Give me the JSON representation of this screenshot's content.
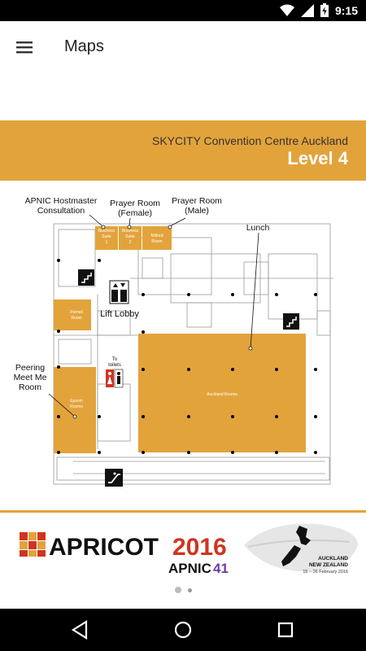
{
  "status_bar": {
    "time": "9:15"
  },
  "app_bar": {
    "title": "Maps"
  },
  "banner": {
    "venue": "SKYCITY Convention Centre Auckland",
    "level": "Level 4"
  },
  "map": {
    "callouts": {
      "hostmaster": [
        "APNIC Hostmaster",
        "Consultation"
      ],
      "prayer_female": [
        "Prayer Room",
        "(Female)"
      ],
      "prayer_male": [
        "Prayer Room",
        "(Male)"
      ],
      "lunch": "Lunch",
      "lift_lobby": "Lift Lobby",
      "peering": [
        "Peering",
        "Meet Me",
        "Room"
      ]
    },
    "rooms": {
      "business_suite_1": [
        "Business",
        "Suite",
        "1"
      ],
      "business_suite_2": [
        "Business",
        "Suite",
        "2"
      ],
      "milford": [
        "Milford",
        "Room"
      ],
      "parnell": [
        "Parnell",
        "Room"
      ],
      "epsom": [
        "Epsom",
        "Rooms"
      ],
      "auckland": "Auckland Rooms",
      "toilets": [
        "To",
        "toilets"
      ]
    }
  },
  "sponsor": {
    "event": "APRICOT",
    "year": "2016",
    "apnic": "APNIC",
    "apnic_num": "41",
    "location": [
      "AUCKLAND",
      "NEW ZEALAND"
    ],
    "dates": "15 – 26 February 2016"
  },
  "colors": {
    "accent": "#e3a33b",
    "purple": "#6b3fa0",
    "red": "#d0341f"
  }
}
